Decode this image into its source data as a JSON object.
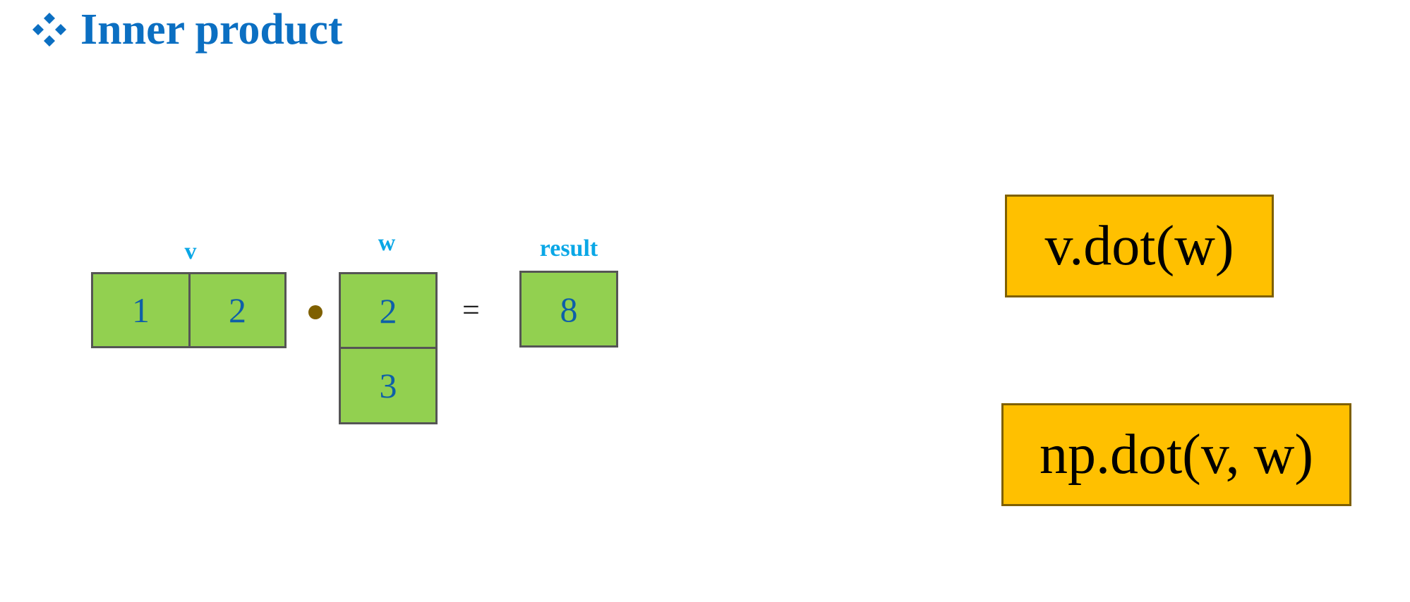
{
  "title": {
    "bullet_icon": "diamond-bullet-icon",
    "text": "Inner product"
  },
  "diagram": {
    "v_label": "v",
    "w_label": "w",
    "result_label": "result",
    "v_values": [
      "1",
      "2"
    ],
    "w_values": [
      "2",
      "3"
    ],
    "result_value": "8",
    "operator_icon": "dot-product-icon",
    "equals": "="
  },
  "code": {
    "method_call": "v.dot(w)",
    "function_call": "np.dot(v, w)"
  },
  "colors": {
    "title": "#0b6fc2",
    "label": "#0aa7e6",
    "cell_fill": "#92d050",
    "cell_text": "#0e5fa8",
    "code_fill": "#ffc000",
    "code_border": "#7f6000"
  }
}
